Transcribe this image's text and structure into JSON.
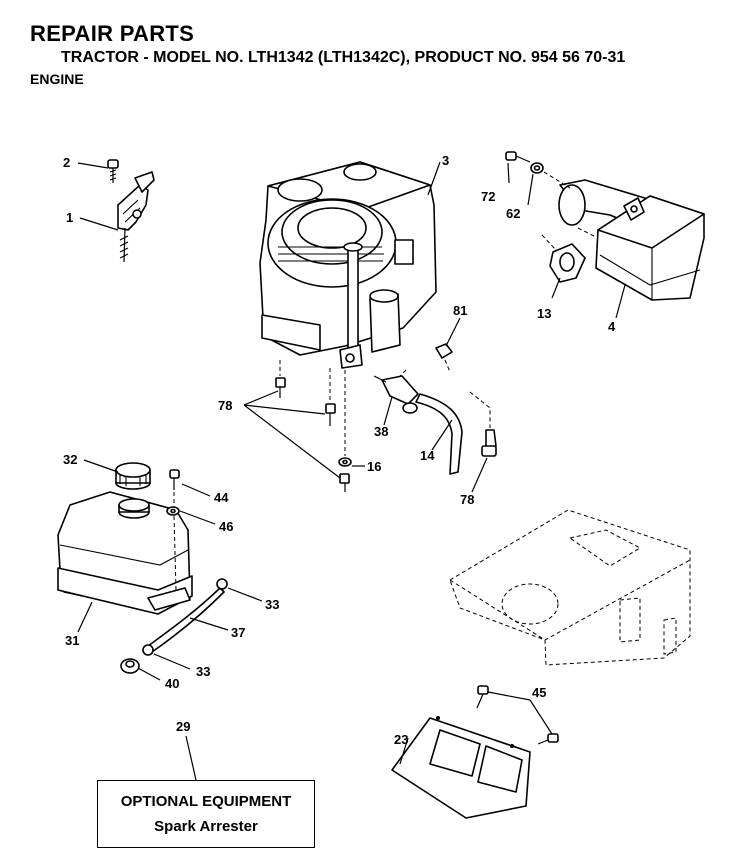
{
  "header": {
    "title": "REPAIR PARTS",
    "subtitle": "TRACTOR - MODEL NO. LTH1342 (LTH1342C), PRODUCT NO. 954 56 70-31",
    "section": "ENGINE"
  },
  "callouts": {
    "c1": "1",
    "c2": "2",
    "c3": "3",
    "c4": "4",
    "c13": "13",
    "c14": "14",
    "c16": "16",
    "c23": "23",
    "c29": "29",
    "c31": "31",
    "c32": "32",
    "c33a": "33",
    "c33b": "33",
    "c37": "37",
    "c38": "38",
    "c40": "40",
    "c44": "44",
    "c45": "45",
    "c46": "46",
    "c62": "62",
    "c72": "72",
    "c78a": "78",
    "c78b": "78",
    "c81": "81"
  },
  "optional_equipment": {
    "heading": "OPTIONAL EQUIPMENT",
    "item": "Spark Arrester"
  }
}
